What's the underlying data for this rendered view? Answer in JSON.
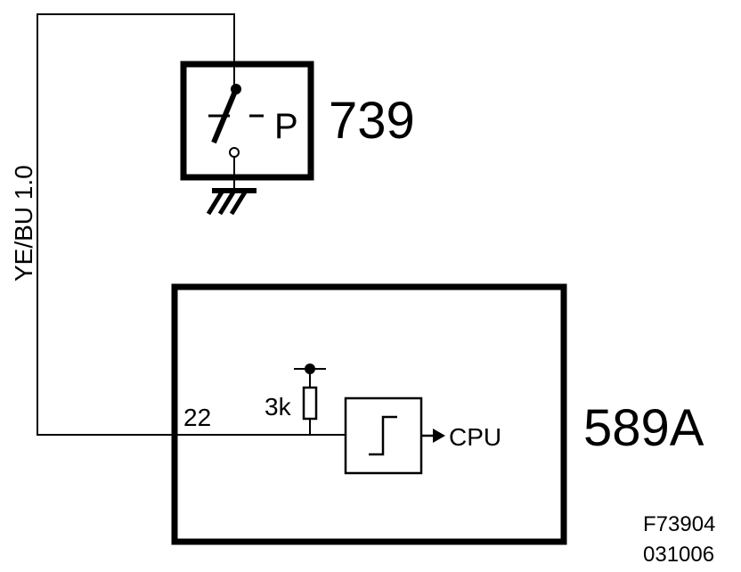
{
  "switch_component": {
    "id": "739",
    "symbol": "P"
  },
  "control_module": {
    "id": "589A"
  },
  "wire": {
    "label": "YE/BU 1.0"
  },
  "pin": {
    "number": "22"
  },
  "resistor": {
    "value": "3k"
  },
  "output": {
    "label": "CPU"
  },
  "footer": {
    "figure_code": "F73904",
    "date_code": "031006"
  }
}
